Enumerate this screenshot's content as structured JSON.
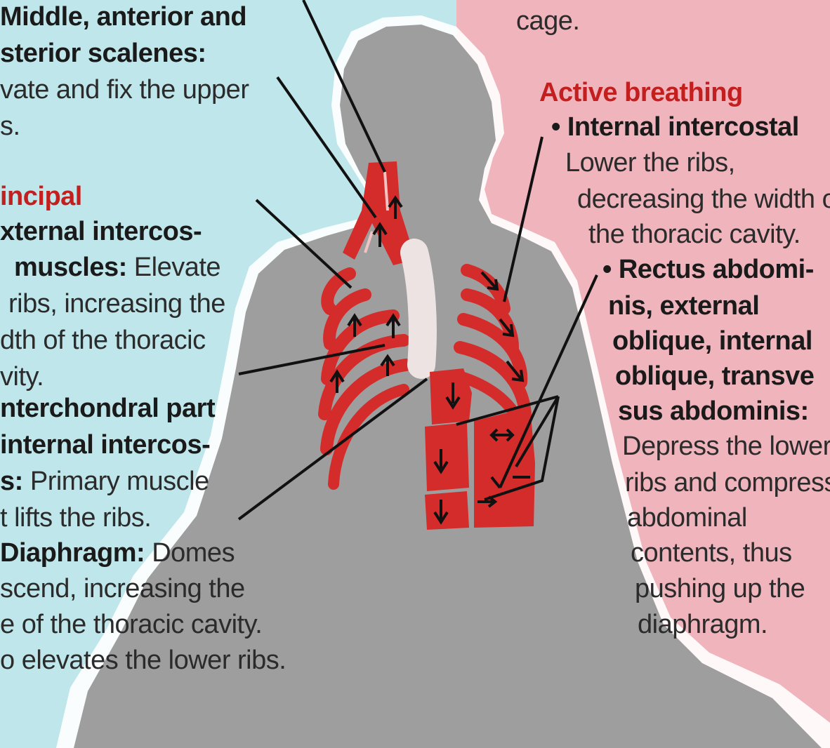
{
  "colors": {
    "left_panel": "#bfe7eb",
    "right_panel": "#f0b4bc",
    "silhouette": "#9e9e9e",
    "muscle": "#d42b2b",
    "heading": "#c41f1f"
  },
  "left": {
    "scalenes": {
      "title_line1": "Middle, anterior and",
      "title_line2": "sterior scalenes:",
      "desc_line1": "vate and fix the upper",
      "desc_line2": "s."
    },
    "principal_heading": "incipal",
    "external": {
      "title_line1": "xternal intercos-",
      "title_line2": "muscles:",
      "desc_line2": " Elevate",
      "desc_line3": "ribs, increasing the",
      "desc_line4": "dth of the thoracic",
      "desc_line5": "vity."
    },
    "interchondral": {
      "title_line1": "nterchondral part",
      "title_line2": "internal intercos-",
      "title_line3": "s:",
      "desc_line3": " Primary muscle",
      "desc_line4": "t lifts the ribs."
    },
    "diaphragm": {
      "title": "Diaphragm:",
      "desc_line1": " Domes",
      "desc_line2": "scend, increasing the",
      "desc_line3": "e of the thoracic cavity.",
      "desc_line4": "o elevates the lower ribs."
    }
  },
  "right": {
    "cage_fragment": "cage.",
    "active_heading": "Active breathing",
    "internal": {
      "title": "• Internal intercostal",
      "desc_line1": "Lower the ribs,",
      "desc_line2": "decreasing the width o",
      "desc_line3": "the thoracic cavity."
    },
    "abdominal": {
      "title_line1": "• Rectus abdomi-",
      "title_line2": "nis, external",
      "title_line3": "oblique, internal",
      "title_line4": "oblique, transve",
      "title_line5": "sus abdominis:",
      "desc_line1": "Depress the lower",
      "desc_line2": "ribs and compress",
      "desc_line3": "abdominal",
      "desc_line4": "contents, thus",
      "desc_line5": "pushing up the",
      "desc_line6": "diaphragm."
    }
  }
}
